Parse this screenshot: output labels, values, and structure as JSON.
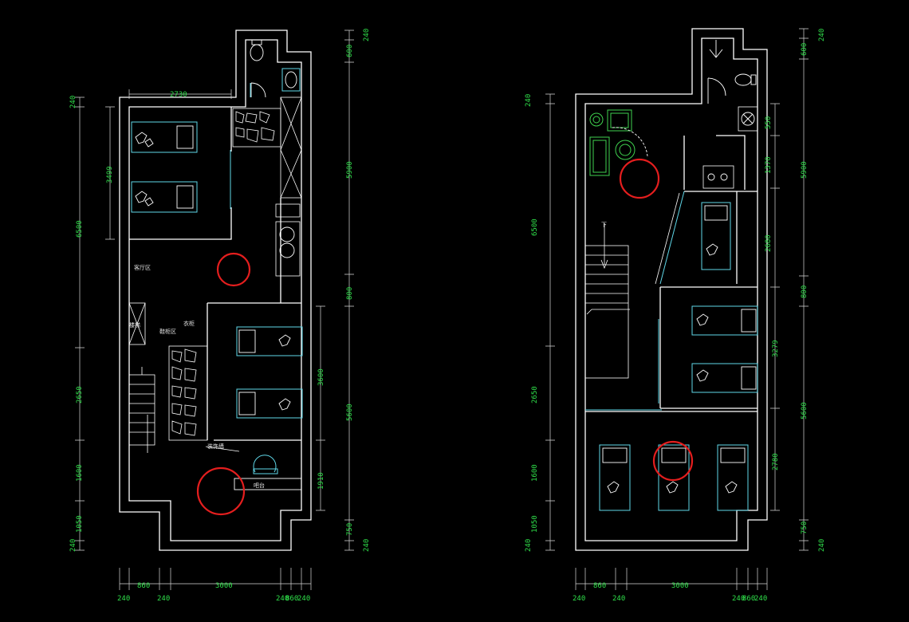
{
  "plan_left": {
    "dims_left": [
      "240",
      "6500",
      "2650",
      "1600",
      "1050",
      "240"
    ],
    "dims_right": [
      "240",
      "600",
      "5900",
      "800",
      "5600",
      "750",
      "240"
    ],
    "dims_inner_right": [
      "3600",
      "1910"
    ],
    "dims_bottom_top": [
      "860",
      "3000"
    ],
    "dims_bottom_bot": [
      "240",
      "240",
      "240",
      "860",
      "240"
    ],
    "dim_top_room": "2730",
    "dim_room_height": "3499"
  },
  "plan_right": {
    "dims_left": [
      "240",
      "6500",
      "2650",
      "1600",
      "1050",
      "240"
    ],
    "dims_right": [
      "240",
      "600",
      "5900",
      "800",
      "5600",
      "750",
      "240"
    ],
    "dims_inner_right": [
      "550",
      "1370",
      "2680",
      "3279",
      "2780"
    ],
    "dims_bottom_top": [
      "860",
      "3000"
    ],
    "dims_bottom_bot": [
      "240",
      "240",
      "240",
      "860",
      "240"
    ]
  },
  "colors": {
    "background": "#000000",
    "walls": "#ffffff",
    "dimension_text": "#2fe04a",
    "furniture_accent": "#5fd7e8",
    "markers": "#e41e1e"
  }
}
